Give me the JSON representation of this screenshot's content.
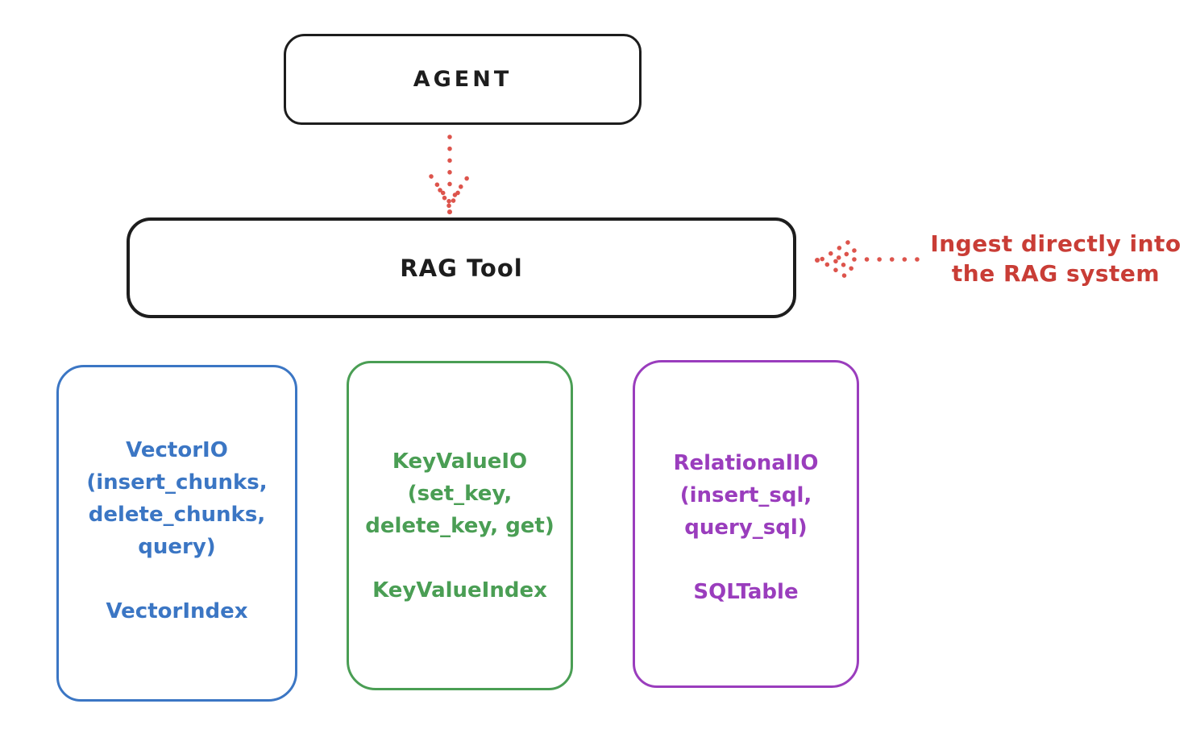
{
  "colors": {
    "ink": "#1d1d1d",
    "red_text": "#c93d36",
    "red_arrow": "#dd544c",
    "blue": "#3b76c4",
    "green": "#4a9e54",
    "purple": "#9a3dbd",
    "background": "#ffffff"
  },
  "agent": {
    "label": "AGENT"
  },
  "rag_tool": {
    "label": "RAG Tool"
  },
  "annotation": {
    "line1": "Ingest directly into",
    "line2": "the RAG system"
  },
  "arrows": {
    "agent_to_rag_tool": "dotted-down-arrow",
    "ingest_into_rag": "dotted-left-arrow"
  },
  "backends": [
    {
      "id": "vector-io",
      "color": "#3b76c4",
      "lines": [
        "VectorIO",
        "(insert_chunks,",
        "delete_chunks,",
        "query)"
      ],
      "index": "VectorIndex"
    },
    {
      "id": "keyvalue-io",
      "color": "#4a9e54",
      "lines": [
        "KeyValueIO",
        "(set_key,",
        "delete_key, get)"
      ],
      "index": "KeyValueIndex"
    },
    {
      "id": "relational-io",
      "color": "#9a3dbd",
      "lines": [
        "RelationalIO",
        "(insert_sql,",
        "query_sql)"
      ],
      "index": "SQLTable"
    }
  ]
}
